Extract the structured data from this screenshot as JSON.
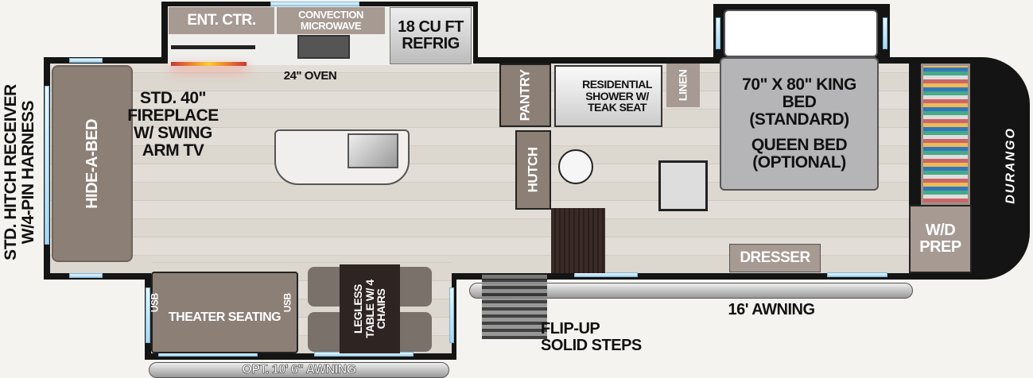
{
  "labels": {
    "hitch": "STD. HITCH RECEIVER",
    "hitch2": "W/4-PIN HARNESS",
    "hide_a_bed": "HIDE-A-BED",
    "ent_ctr": "ENT. CTR.",
    "microwave": "CONVECTION MICROWAVE",
    "refrig": "18 CU FT REFRIG",
    "oven": "24\" OVEN",
    "fireplace": "STD. 40\" FIREPLACE W/ SWING ARM TV",
    "pantry": "PANTRY",
    "hutch": "HUTCH",
    "shower": "RESIDENTIAL SHOWER W/ TEAK SEAT",
    "linen": "LINEN",
    "bed": "70\" X 80\" KING BED (STANDARD)",
    "bed_opt": "QUEEN BED (OPTIONAL)",
    "wd": "W/D PREP",
    "dresser": "DRESSER",
    "awning16": "16' AWNING",
    "steps": "FLIP-UP SOLID STEPS",
    "usb": "USB",
    "theater": "THEATER SEATING",
    "table": "LEGLESS TABLE W/ 4 CHAIRS",
    "awning_opt": "OPT. 10' 6\" AWNING",
    "brand_logo": "DURANGO"
  },
  "colors": {
    "wall": "#141414",
    "floor": "#dcd7cf",
    "furniture": "#8c7f76",
    "window": "#a9d7f0"
  }
}
